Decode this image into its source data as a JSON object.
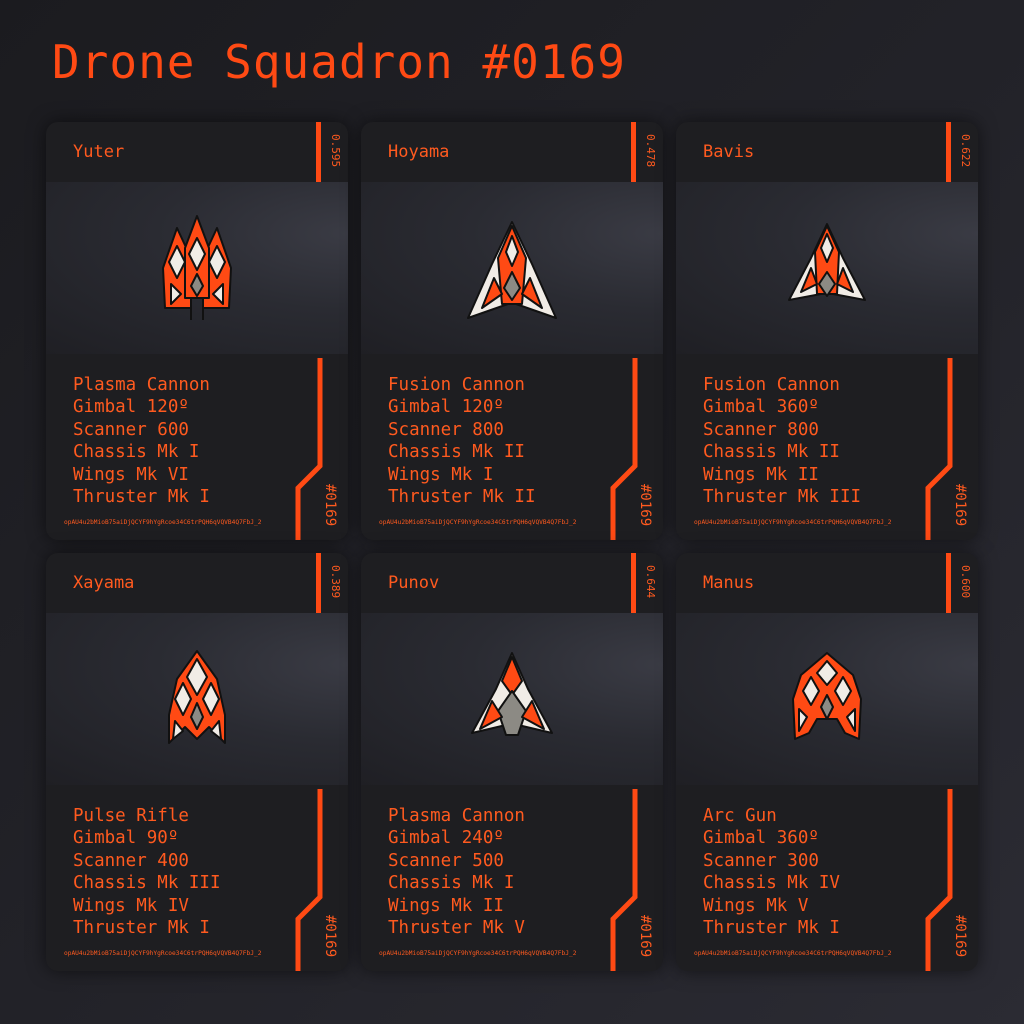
{
  "title": "Drone Squadron #0169",
  "colors": {
    "accent": "#ff4a14",
    "text": "#ff5a1f",
    "card": "#1e1e21",
    "white": "#f1ece6",
    "grey": "#8c8a84"
  },
  "cards": [
    {
      "name": "Yuter",
      "stat": "0.595",
      "tag": "#0169",
      "code": "opAU4u2bMioB75aiDjQCYF9hYgRcoe34C6trPQH6qVQVB4Q7FbJ_2",
      "specs": [
        "Plasma Cannon",
        "Gimbal 120º",
        "Scanner 600",
        "Chassis Mk I",
        "Wings Mk VI",
        "Thruster Mk I"
      ]
    },
    {
      "name": "Hoyama",
      "stat": "0.478",
      "tag": "#0169",
      "code": "opAU4u2bMioB75aiDjQCYF9hYgRcoe34C6trPQH6qVQVB4Q7FbJ_2",
      "specs": [
        "Fusion Cannon",
        "Gimbal 120º",
        "Scanner 800",
        "Chassis Mk II",
        "Wings Mk I",
        "Thruster Mk II"
      ]
    },
    {
      "name": "Bavis",
      "stat": "0.622",
      "tag": "#0169",
      "code": "opAU4u2bMioB75aiDjQCYF9hYgRcoe34C6trPQH6qVQVB4Q7FbJ_2",
      "specs": [
        "Fusion Cannon",
        "Gimbal 360º",
        "Scanner 800",
        "Chassis Mk II",
        "Wings Mk II",
        "Thruster Mk III"
      ]
    },
    {
      "name": "Xayama",
      "stat": "0.389",
      "tag": "#0169",
      "code": "opAU4u2bMioB75aiDjQCYF9hYgRcoe34C6trPQH6qVQVB4Q7FbJ_2",
      "specs": [
        "Pulse Rifle",
        "Gimbal 90º",
        "Scanner 400",
        "Chassis Mk III",
        "Wings Mk IV",
        "Thruster Mk I"
      ]
    },
    {
      "name": "Punov",
      "stat": "0.644",
      "tag": "#0169",
      "code": "opAU4u2bMioB75aiDjQCYF9hYgRcoe34C6trPQH6qVQVB4Q7FbJ_2",
      "specs": [
        "Plasma Cannon",
        "Gimbal 240º",
        "Scanner 500",
        "Chassis Mk I",
        "Wings Mk II",
        "Thruster Mk V"
      ]
    },
    {
      "name": "Manus",
      "stat": "0.600",
      "tag": "#0169",
      "code": "opAU4u2bMioB75aiDjQCYF9hYgRcoe34C6trPQH6qVQVB4Q7FbJ_2",
      "specs": [
        "Arc Gun",
        "Gimbal 360º",
        "Scanner 300",
        "Chassis Mk IV",
        "Wings Mk V",
        "Thruster Mk I"
      ]
    }
  ]
}
